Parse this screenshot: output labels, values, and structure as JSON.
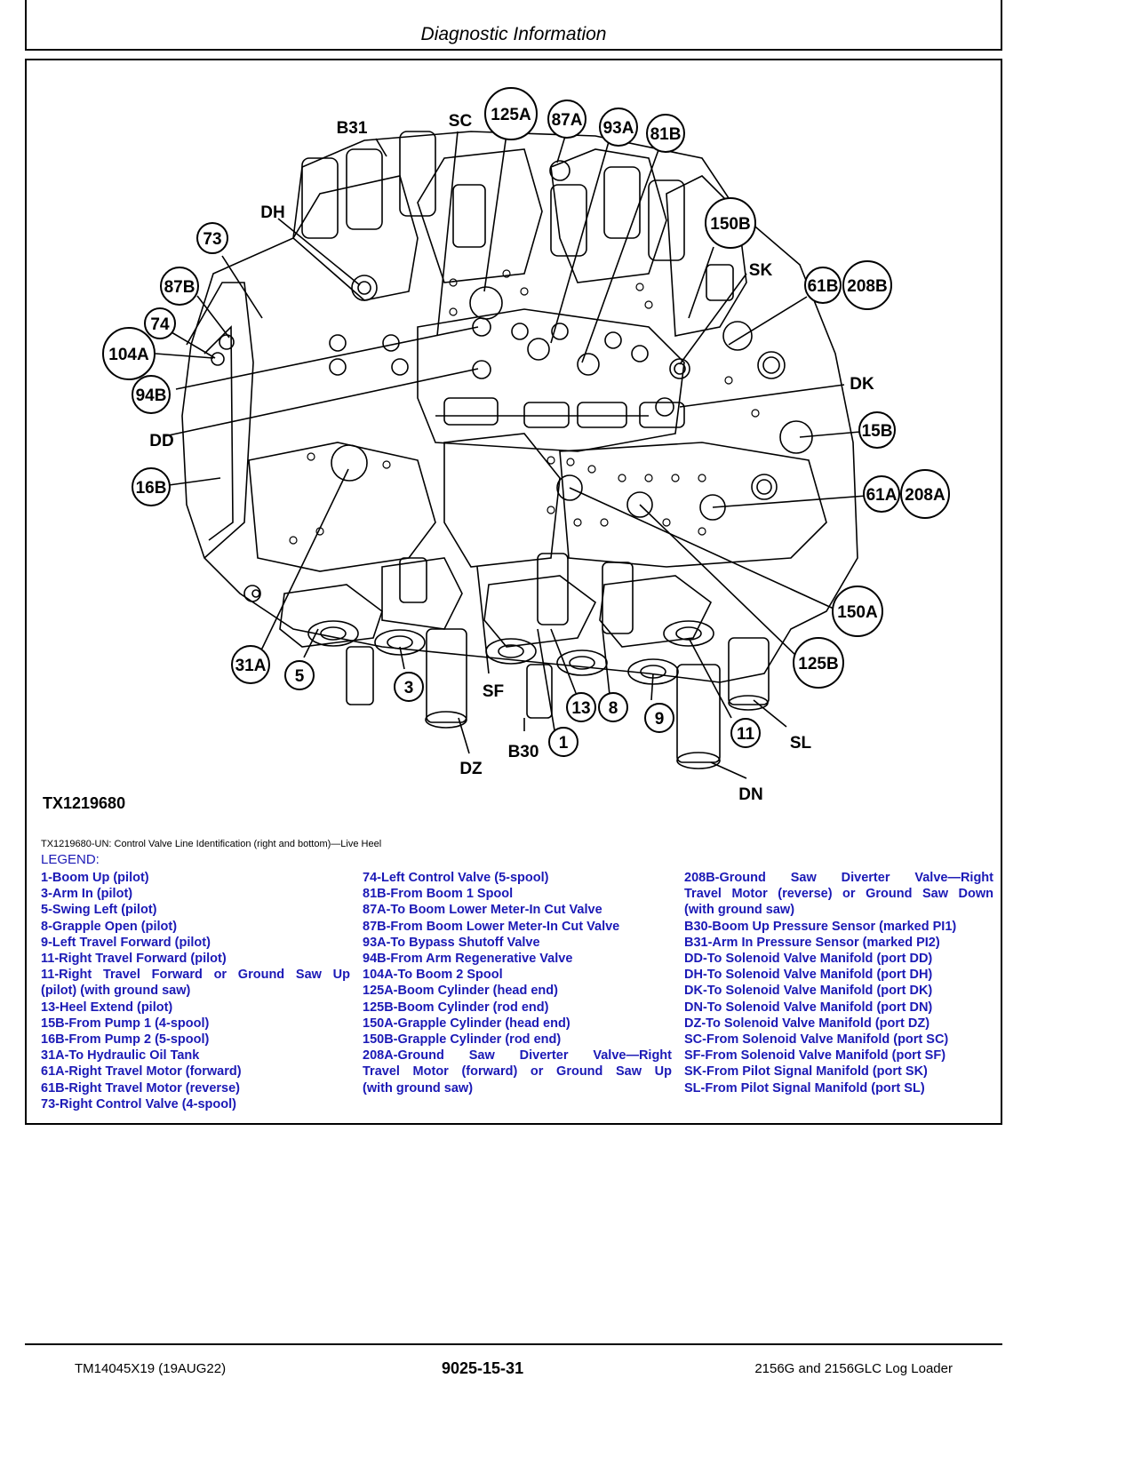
{
  "header": {
    "title": "Diagnostic Information"
  },
  "figure": {
    "id": "TX1219680",
    "caption": "TX1219680-UN: Control Valve Line Identification (right and bottom)—Live Heel",
    "callouts": [
      {
        "key": "b31",
        "text": "B31"
      },
      {
        "key": "sc",
        "text": "SC"
      },
      {
        "key": "c125a",
        "text": "125A"
      },
      {
        "key": "c87a",
        "text": "87A"
      },
      {
        "key": "c93a",
        "text": "93A"
      },
      {
        "key": "c81b",
        "text": "81B"
      },
      {
        "key": "dh",
        "text": "DH"
      },
      {
        "key": "c150b",
        "text": "150B"
      },
      {
        "key": "sk",
        "text": "SK"
      },
      {
        "key": "c73",
        "text": "73"
      },
      {
        "key": "c87b",
        "text": "87B"
      },
      {
        "key": "c61b",
        "text": "61B"
      },
      {
        "key": "c208b",
        "text": "208B"
      },
      {
        "key": "c74",
        "text": "74"
      },
      {
        "key": "c104a",
        "text": "104A"
      },
      {
        "key": "dk",
        "text": "DK"
      },
      {
        "key": "c94b",
        "text": "94B"
      },
      {
        "key": "c15b",
        "text": "15B"
      },
      {
        "key": "dd",
        "text": "DD"
      },
      {
        "key": "c16b",
        "text": "16B"
      },
      {
        "key": "c61a",
        "text": "61A"
      },
      {
        "key": "c208a",
        "text": "208A"
      },
      {
        "key": "c150a",
        "text": "150A"
      },
      {
        "key": "c125b",
        "text": "125B"
      },
      {
        "key": "c31a",
        "text": "31A"
      },
      {
        "key": "c5",
        "text": "5"
      },
      {
        "key": "c3",
        "text": "3"
      },
      {
        "key": "sf",
        "text": "SF"
      },
      {
        "key": "c13",
        "text": "13"
      },
      {
        "key": "c8",
        "text": "8"
      },
      {
        "key": "c9",
        "text": "9"
      },
      {
        "key": "c11",
        "text": "11"
      },
      {
        "key": "sl",
        "text": "SL"
      },
      {
        "key": "b30",
        "text": "B30"
      },
      {
        "key": "c1",
        "text": "1"
      },
      {
        "key": "dz",
        "text": "DZ"
      },
      {
        "key": "dn",
        "text": "DN"
      }
    ]
  },
  "legend": {
    "title": "LEGEND:",
    "col1": [
      "1-Boom Up (pilot)",
      "3-Arm In (pilot)",
      "5-Swing Left (pilot)",
      "8-Grapple Open (pilot)",
      "9-Left Travel Forward (pilot)",
      "11-Right Travel Forward (pilot)",
      "11-Right Travel Forward or Ground Saw Up",
      "(pilot) (with ground saw)",
      "13-Heel Extend (pilot)",
      "15B-From Pump 1 (4-spool)",
      "16B-From Pump 2 (5-spool)",
      "31A-To Hydraulic Oil Tank",
      "61A-Right Travel Motor (forward)",
      "61B-Right Travel Motor (reverse)",
      "73-Right Control Valve (4-spool)"
    ],
    "col2": [
      "74-Left Control Valve (5-spool)",
      "81B-From Boom 1 Spool",
      "87A-To Boom Lower Meter-In Cut Valve",
      "87B-From Boom Lower Meter-In Cut Valve",
      "93A-To Bypass Shutoff Valve",
      "94B-From Arm Regenerative Valve",
      "104A-To Boom 2 Spool",
      "125A-Boom Cylinder (head end)",
      "125B-Boom Cylinder (rod end)",
      "150A-Grapple Cylinder (head end)",
      "150B-Grapple Cylinder (rod end)",
      "208A-Ground Saw Diverter Valve—Right",
      "Travel Motor (forward) or Ground Saw Up",
      "(with ground saw)"
    ],
    "col3": [
      "208B-Ground Saw Diverter Valve—Right",
      "Travel Motor (reverse) or Ground Saw Down",
      "(with ground saw)",
      "B30-Boom Up Pressure Sensor (marked PI1)",
      "B31-Arm In Pressure Sensor (marked PI2)",
      "DD-To Solenoid Valve Manifold (port DD)",
      "DH-To Solenoid Valve Manifold (port DH)",
      "DK-To Solenoid Valve Manifold (port DK)",
      "DN-To Solenoid Valve Manifold (port DN)",
      "DZ-To Solenoid Valve Manifold (port DZ)",
      "SC-From Solenoid Valve Manifold (port SC)",
      "SF-From Solenoid Valve Manifold (port SF)",
      "SK-From Pilot Signal Manifold (port SK)",
      "SL-From Pilot Signal Manifold (port SL)"
    ]
  },
  "footer": {
    "left": "TM14045X19 (19AUG22)",
    "center": "9025-15-31",
    "right": "2156G and 2156GLC Log Loader"
  }
}
